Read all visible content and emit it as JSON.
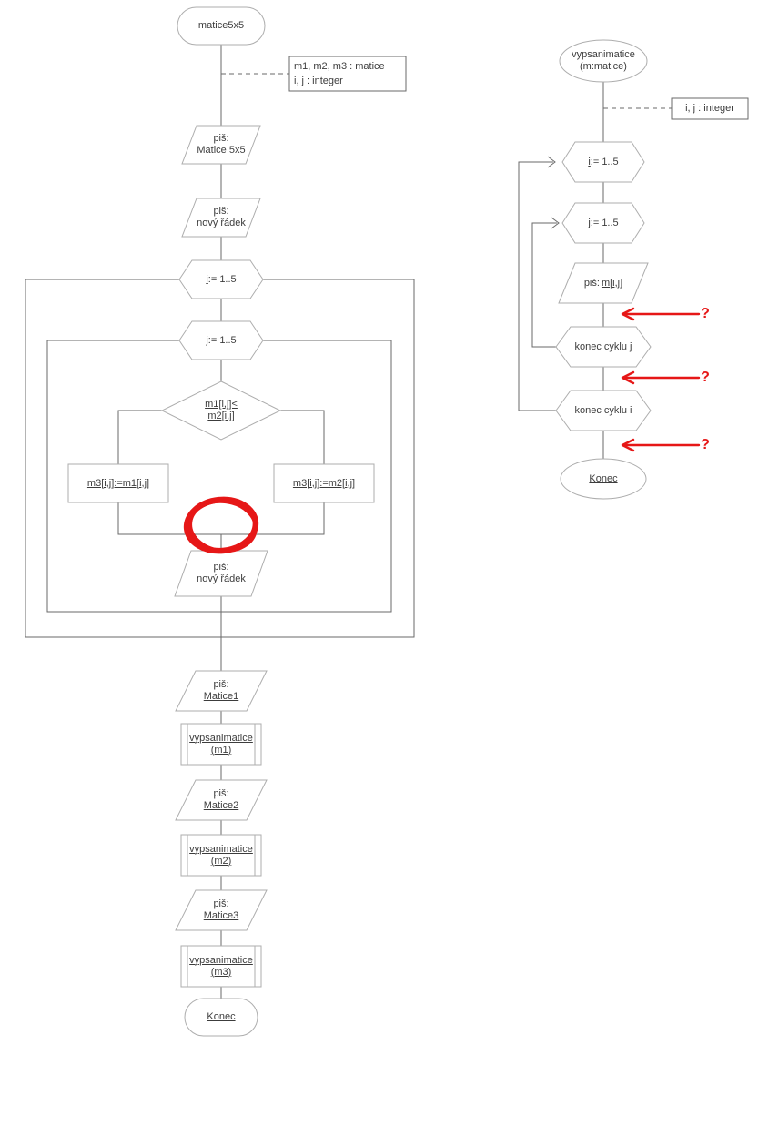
{
  "colors": {
    "annotation": "#e61717"
  },
  "left_chart": {
    "start": "matice5x5",
    "declaration": {
      "line1": "m1, m2, m3 : matice",
      "line2": "i, j : integer"
    },
    "print_header": {
      "line1": "piš:",
      "line2": "Matice 5x5"
    },
    "print_newline_top": {
      "line1": "piš:",
      "line2": "nový řádek"
    },
    "loop_i": {
      "var": "i",
      "rest": ":= 1..5"
    },
    "loop_j": {
      "var": "j",
      "rest": ":= 1..5"
    },
    "decision": {
      "line1": "m1[i,j]<",
      "line2": "m2[i,j]"
    },
    "assign_then": "m3[i,j]:=m1[i,j]",
    "assign_else": "m3[i,j]:=m2[i,j]",
    "print_newline_bottom": {
      "line1": "piš:",
      "line2": "nový řádek"
    },
    "print_matice1": {
      "line1": "piš:",
      "line2": "Matice1"
    },
    "call_m1": {
      "line1": "vypsanimatice",
      "line2": "(m1)"
    },
    "print_matice2": {
      "line1": "piš:",
      "line2": "Matice2"
    },
    "call_m2": {
      "line1": "vypsanimatice",
      "line2": "(m2)"
    },
    "print_matice3": {
      "line1": "piš:",
      "line2": "Matice3"
    },
    "call_m3": {
      "line1": "vypsanimatice",
      "line2": "(m3)"
    },
    "end": "Konec"
  },
  "right_chart": {
    "start": {
      "line1": "vypsanimatice",
      "line2": "(m:matice)"
    },
    "declaration": "i, j : integer",
    "loop_i": {
      "var": "i",
      "rest": ":= 1..5"
    },
    "loop_j": {
      "var": "j",
      "rest": ":= 1..5"
    },
    "print_item": {
      "prefix": "piš:",
      "value": "m[i,j]"
    },
    "end_loop_j": "konec cyklu j",
    "end_loop_i": "konec cyklu i",
    "end": "Konec",
    "annotations": {
      "q1": "?",
      "q2": "?",
      "q3": "?"
    }
  }
}
